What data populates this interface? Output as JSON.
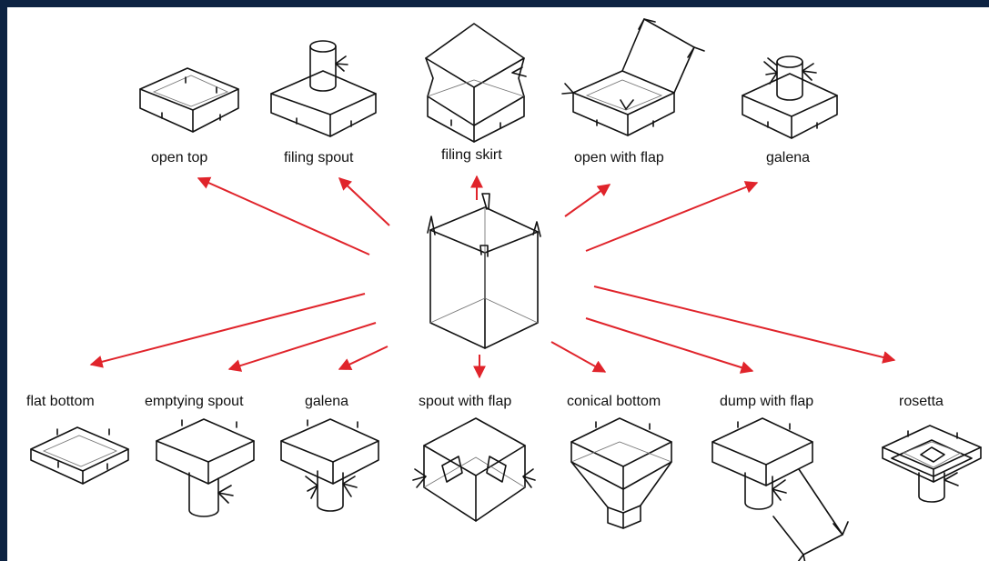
{
  "colors": {
    "arrow": "#e0242b",
    "line": "#111111",
    "background": "#0d2342"
  },
  "labels": {
    "open_top": "open top",
    "filing_spout": "filing spout",
    "filing_skirt": "filing skirt",
    "open_with_flap": "open with flap",
    "galena_top": "galena",
    "flat_bottom": "flat bottom",
    "emptying_spout": "emptying spout",
    "galena_bottom": "galena",
    "spout_with_flap": "spout with flap",
    "conical_bottom": "conical bottom",
    "dump_with_flap": "dump with flap",
    "rosetta": "rosetta"
  }
}
